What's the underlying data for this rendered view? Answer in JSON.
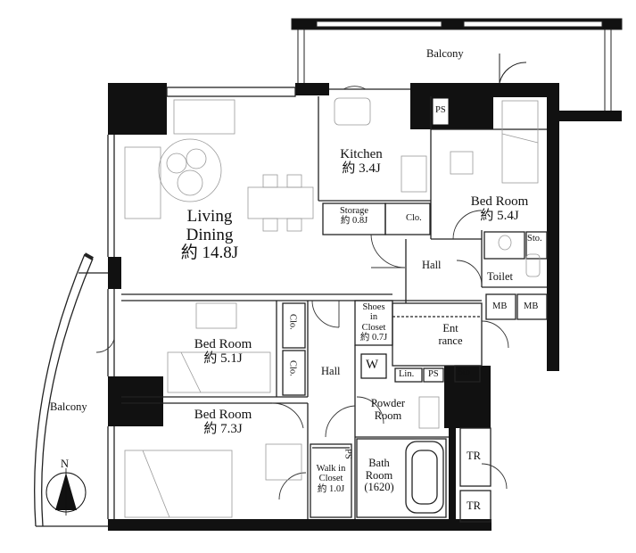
{
  "rooms": {
    "living": {
      "name1": "Living",
      "name2": "Dining",
      "area": "約 14.8J"
    },
    "kitchen": {
      "name": "Kitchen",
      "area": "約 3.4J"
    },
    "storage": {
      "name": "Storage",
      "area": "約 0.8J"
    },
    "bed_ne": {
      "name": "Bed Room",
      "area": "約 5.4J"
    },
    "bed_mid": {
      "name": "Bed Room",
      "area": "約 5.1J"
    },
    "bed_sw": {
      "name": "Bed Room",
      "area": "約 7.3J"
    },
    "shoes": {
      "l1": "Shoes",
      "l2": "in",
      "l3": "Closet",
      "area": "約 0.7J"
    },
    "entrance": {
      "l1": "Ent",
      "l2": "rance"
    },
    "powder": {
      "l1": "Powder",
      "l2": "Room"
    },
    "bath": {
      "l1": "Bath",
      "l2": "Room",
      "l3": "(1620)"
    },
    "walkin": {
      "l1": "Walk in",
      "l2": "Closet",
      "area": "約 1.0J"
    }
  },
  "labels": {
    "balcony_top": "Balcony",
    "balcony_left": "Balcony",
    "hall_upper": "Hall",
    "hall_lower": "Hall",
    "toilet": "Toilet",
    "clo": "Clo.",
    "sto": "Sto.",
    "ps": "PS",
    "mb": "MB",
    "tr": "TR",
    "lin": "Lin.",
    "washer": "W",
    "north": "N"
  }
}
